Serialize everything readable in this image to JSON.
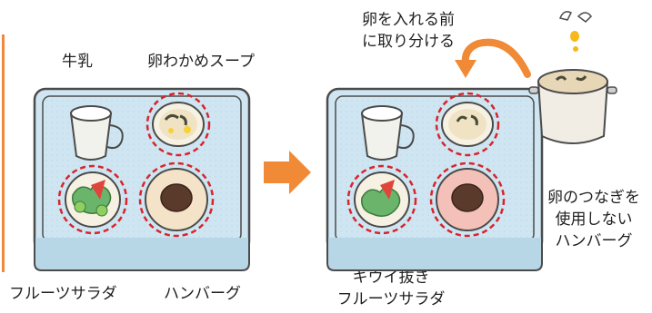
{
  "before": {
    "items": {
      "milk": "牛乳",
      "egg_wakame_soup": "卵わかめスープ",
      "fruit_salad": "フルーツサラダ",
      "hamburg": "ハンバーグ"
    }
  },
  "after": {
    "note_split": [
      "卵を入れる前",
      "に取り分ける"
    ],
    "items": {
      "kiwi_removed_fruit_salad": [
        "キウイ抜き",
        "フルーツサラダ"
      ],
      "eggless_hamburg": [
        "卵のつなぎを",
        "使用しない",
        "ハンバーグ"
      ]
    }
  },
  "colors": {
    "arrow": "#f08a36",
    "tray": "#cfe6f2",
    "tray_stroke": "#4b4b4b",
    "highlight": "#d9242b",
    "plate": "#f4e3c8",
    "plate_pink": "#f3c1b8"
  }
}
